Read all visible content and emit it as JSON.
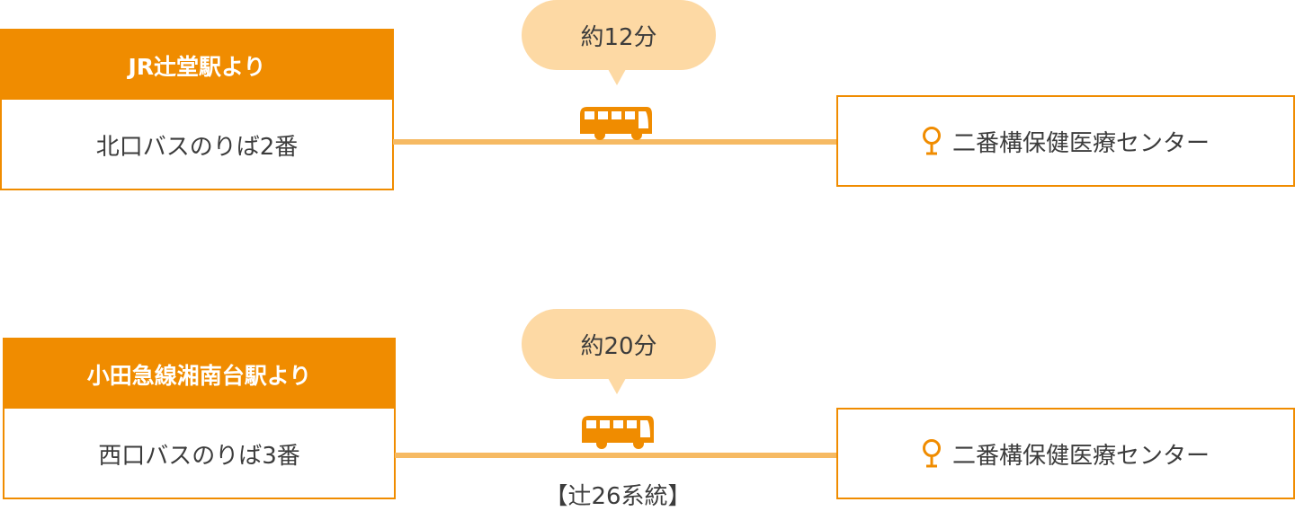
{
  "routes": [
    {
      "origin_header": "JR辻堂駅より",
      "origin_stop": "北口バスのりば2番",
      "duration": "約12分",
      "destination": "二番構保健医療センター",
      "icon": "bus-icon"
    },
    {
      "origin_header": "小田急線湘南台駅より",
      "origin_stop": "西口バスのりば3番",
      "duration": "約20分",
      "destination": "二番構保健医療センター",
      "system": "【辻26系統】",
      "icon": "bus-icon"
    }
  ],
  "colors": {
    "accent": "#f08c00",
    "line": "#f6ba63",
    "bubble": "#fdd9a4"
  }
}
